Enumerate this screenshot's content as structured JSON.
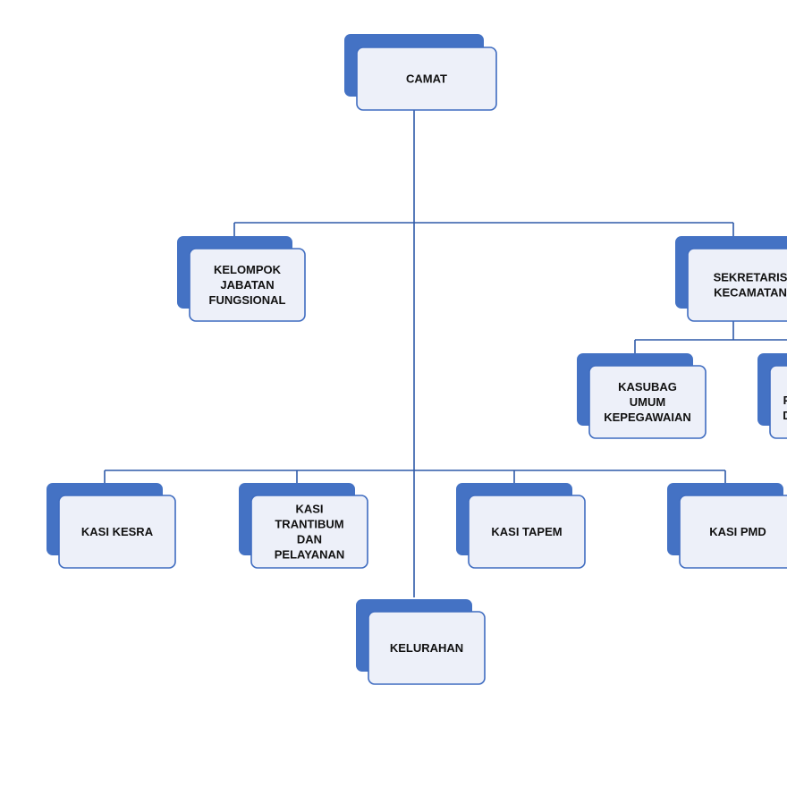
{
  "colors": {
    "accent_back": "#4472c4",
    "card_face": "#edf0f9",
    "card_border": "#3f6cc0",
    "connector": "#2e5aa8",
    "text": "#111111"
  },
  "org_chart": {
    "nodes": [
      {
        "id": "camat",
        "lines": [
          "CAMAT"
        ]
      },
      {
        "id": "kelompok-jabatan-fungsional",
        "lines": [
          "KELOMPOK",
          "JABATAN",
          "FUNGSIONAL"
        ]
      },
      {
        "id": "sekretaris-kecamatan",
        "lines": [
          "SEKRETARIS",
          "KECAMATAN"
        ]
      },
      {
        "id": "kasubag-umum-kepegawaian",
        "lines": [
          "KASUBAG",
          "UMUM",
          "KEPEGAWAIAN"
        ]
      },
      {
        "id": "partial-right-box",
        "lines": [
          "P",
          "D"
        ]
      },
      {
        "id": "kasi-kesra",
        "lines": [
          "KASI KESRA"
        ]
      },
      {
        "id": "kasi-trantibum-dan-pelayanan",
        "lines": [
          "KASI",
          "TRANTIBUM",
          "DAN",
          "PELAYANAN"
        ]
      },
      {
        "id": "kasi-tapem",
        "lines": [
          "KASI TAPEM"
        ]
      },
      {
        "id": "kasi-pmd",
        "lines": [
          "KASI PMD"
        ]
      },
      {
        "id": "kelurahan",
        "lines": [
          "KELURAHAN"
        ]
      }
    ]
  }
}
